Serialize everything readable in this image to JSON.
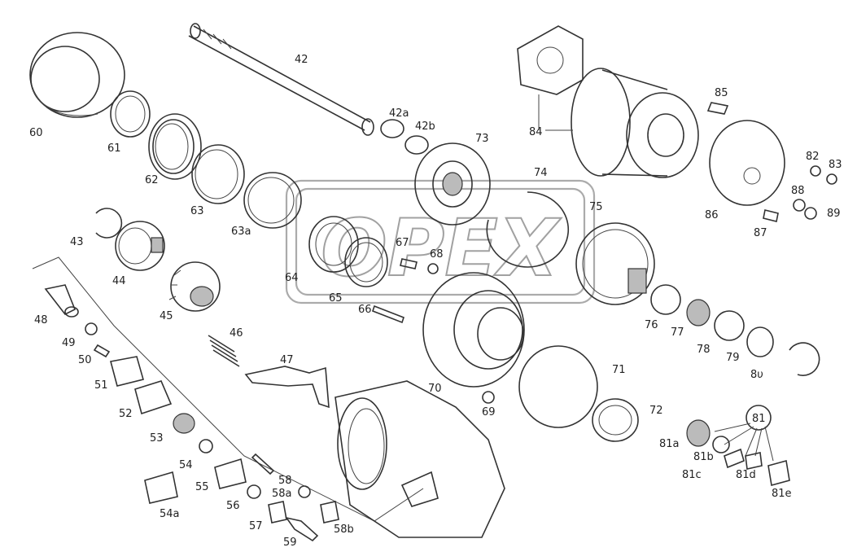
{
  "watermark": {
    "text": "OPEX"
  },
  "parts": [
    {
      "id": "p42",
      "label": "42"
    },
    {
      "id": "p42a",
      "label": "42a"
    },
    {
      "id": "p42b",
      "label": "42b"
    },
    {
      "id": "p43",
      "label": "43"
    },
    {
      "id": "p44",
      "label": "44"
    },
    {
      "id": "p45",
      "label": "45"
    },
    {
      "id": "p46",
      "label": "46"
    },
    {
      "id": "p47",
      "label": "47"
    },
    {
      "id": "p48",
      "label": "48"
    },
    {
      "id": "p49",
      "label": "49"
    },
    {
      "id": "p50",
      "label": "50"
    },
    {
      "id": "p51",
      "label": "51"
    },
    {
      "id": "p52",
      "label": "52"
    },
    {
      "id": "p53",
      "label": "53"
    },
    {
      "id": "p54",
      "label": "54"
    },
    {
      "id": "p54a",
      "label": "54a"
    },
    {
      "id": "p55",
      "label": "55"
    },
    {
      "id": "p56",
      "label": "56"
    },
    {
      "id": "p57",
      "label": "57"
    },
    {
      "id": "p58",
      "label": "58"
    },
    {
      "id": "p58a",
      "label": "58a"
    },
    {
      "id": "p58b",
      "label": "58b"
    },
    {
      "id": "p59",
      "label": "59"
    },
    {
      "id": "p60",
      "label": "60"
    },
    {
      "id": "p61",
      "label": "61"
    },
    {
      "id": "p62",
      "label": "62"
    },
    {
      "id": "p63",
      "label": "63"
    },
    {
      "id": "p63a",
      "label": "63a"
    },
    {
      "id": "p64",
      "label": "64"
    },
    {
      "id": "p65",
      "label": "65"
    },
    {
      "id": "p66",
      "label": "66"
    },
    {
      "id": "p67",
      "label": "67"
    },
    {
      "id": "p68",
      "label": "68"
    },
    {
      "id": "p69",
      "label": "69"
    },
    {
      "id": "p70",
      "label": "70"
    },
    {
      "id": "p71",
      "label": "71"
    },
    {
      "id": "p72",
      "label": "72"
    },
    {
      "id": "p73",
      "label": "73"
    },
    {
      "id": "p74",
      "label": "74"
    },
    {
      "id": "p75",
      "label": "75"
    },
    {
      "id": "p76",
      "label": "76"
    },
    {
      "id": "p77",
      "label": "77"
    },
    {
      "id": "p78",
      "label": "78"
    },
    {
      "id": "p79",
      "label": "79"
    },
    {
      "id": "p80",
      "label": "8υ"
    },
    {
      "id": "p81",
      "label": "81"
    },
    {
      "id": "p81a",
      "label": "81a"
    },
    {
      "id": "p81b",
      "label": "81b"
    },
    {
      "id": "p81c",
      "label": "81c"
    },
    {
      "id": "p81d",
      "label": "81d"
    },
    {
      "id": "p81e",
      "label": "81e"
    },
    {
      "id": "p82",
      "label": "82"
    },
    {
      "id": "p83",
      "label": "83"
    },
    {
      "id": "p84",
      "label": "84"
    },
    {
      "id": "p85",
      "label": "85"
    },
    {
      "id": "p86",
      "label": "86"
    },
    {
      "id": "p87",
      "label": "87"
    },
    {
      "id": "p88",
      "label": "88"
    },
    {
      "id": "p89",
      "label": "89"
    }
  ]
}
